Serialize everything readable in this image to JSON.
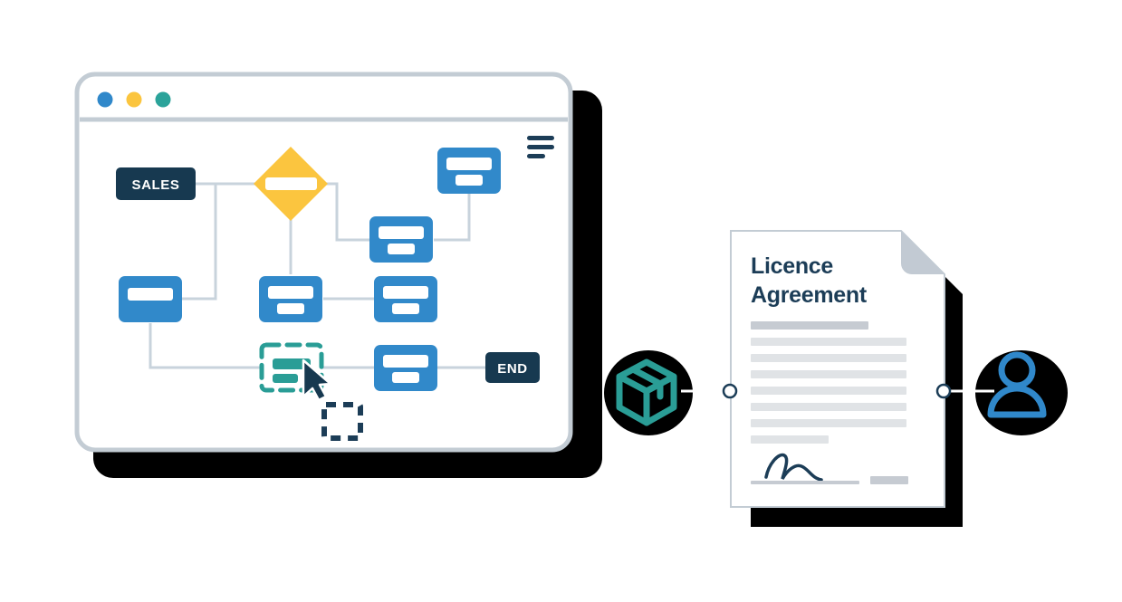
{
  "illustration": {
    "title": "Workflow builder and licence agreement illustration",
    "colors": {
      "navy": "#1c3d57",
      "navy_dark": "#173950",
      "blue": "#3088ca",
      "blue_node": "#3189ca",
      "yellow": "#fbc53f",
      "teal": "#2a9d96",
      "teal_dot": "#2ba39a",
      "black_shadow": "#000000",
      "window_border": "#c3ccd4",
      "window_bg": "#ffffff",
      "connector_line": "#c8d3dc",
      "doc_line_light": "#e0e3e6",
      "doc_line_dark": "#c6cbd2",
      "fold_gray": "#c2cad3",
      "white": "#ffffff"
    }
  },
  "browser_window": {
    "name": "Flowchart editor window",
    "titlebar": {
      "dots": [
        {
          "name": "blue-dot",
          "color": "#3088ca"
        },
        {
          "name": "yellow-dot",
          "color": "#fbc53f"
        },
        {
          "name": "teal-dot",
          "color": "#2ba39a"
        }
      ]
    },
    "menu_icon": {
      "name": "hamburger-menu-icon",
      "lines": 3,
      "color": "#1c3d57"
    },
    "canvas": {
      "start_node": {
        "label": "SALES",
        "type": "terminator",
        "fill": "#173950",
        "text_color": "#ffffff"
      },
      "end_node": {
        "label": "END",
        "type": "terminator",
        "fill": "#173950",
        "text_color": "#ffffff"
      },
      "decision_node": {
        "label": "",
        "type": "diamond",
        "fill": "#fbc53f"
      },
      "process_nodes": [
        {
          "id": "node-top-right",
          "bars": 2,
          "fill": "#3189ca"
        },
        {
          "id": "node-mid-right",
          "bars": 2,
          "fill": "#3189ca"
        },
        {
          "id": "node-left-lower",
          "bars": 1,
          "fill": "#3189ca"
        },
        {
          "id": "node-center-lower",
          "bars": 2,
          "fill": "#3189ca"
        },
        {
          "id": "node-right-lower",
          "bars": 2,
          "fill": "#3189ca"
        },
        {
          "id": "node-right-bottom",
          "bars": 2,
          "fill": "#3189ca"
        }
      ],
      "dragged_node": {
        "id": "node-dragged-selected",
        "state": "selected-dragging",
        "fill": "#2a9d96",
        "border_style": "dashed",
        "bars": 2
      },
      "drop_target": {
        "id": "drop-target-placeholder",
        "state": "empty",
        "border_style": "dashed",
        "border_color": "#1c3d57"
      },
      "cursor": {
        "name": "mouse-pointer-cursor",
        "color": "#173950"
      }
    }
  },
  "document_card": {
    "name": "Licence agreement document",
    "title_line_1": "Licence",
    "title_line_2": "Agreement",
    "title_color": "#1c3d57",
    "body_lines": [
      {
        "index": 0,
        "width_pct": 62,
        "color": "#c6cbd2"
      },
      {
        "index": 1,
        "width_pct": 100,
        "color": "#e0e3e6"
      },
      {
        "index": 2,
        "width_pct": 100,
        "color": "#e0e3e6"
      },
      {
        "index": 3,
        "width_pct": 100,
        "color": "#e0e3e6"
      },
      {
        "index": 4,
        "width_pct": 100,
        "color": "#e0e3e6"
      },
      {
        "index": 5,
        "width_pct": 100,
        "color": "#e0e3e6"
      },
      {
        "index": 6,
        "width_pct": 100,
        "color": "#e0e3e6"
      },
      {
        "index": 7,
        "width_pct": 50,
        "color": "#e0e3e6"
      }
    ],
    "signature": {
      "name": "signature-mark",
      "color": "#1c3d57"
    },
    "signature_line_color": "#c6cbd2",
    "date_stamp_color": "#c6cbd2",
    "folded_corner": true
  },
  "connectors": {
    "left": {
      "name": "connector-cube-to-document",
      "dot_fill": "#ffffff",
      "dot_stroke": "#1c3d57"
    },
    "right": {
      "name": "connector-document-to-user",
      "dot_fill": "#ffffff",
      "dot_stroke": "#1c3d57"
    }
  },
  "icons": {
    "package": {
      "name": "package-cube-icon",
      "color": "#2a9d96",
      "badge_bg": "#000000"
    },
    "user": {
      "name": "user-person-icon",
      "color": "#3088ca",
      "badge_bg": "#000000"
    }
  }
}
